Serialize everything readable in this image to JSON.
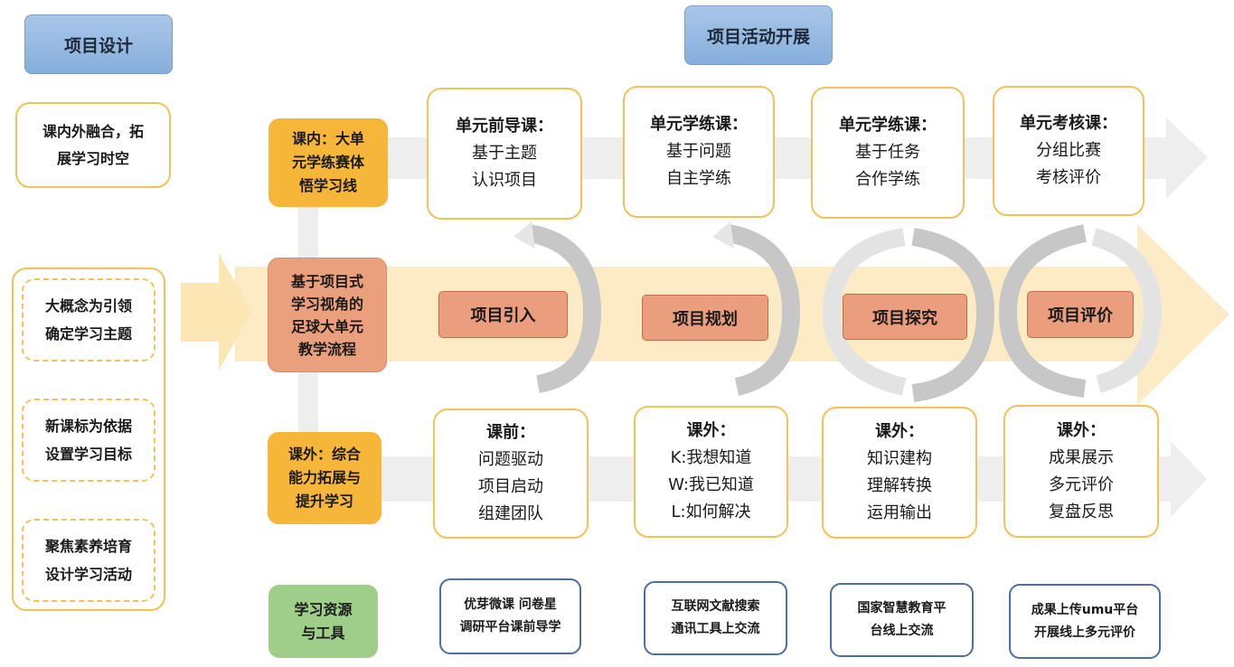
{
  "design_header": "项目设计",
  "activity_header": "项目活动开展",
  "design_note": [
    "课内外融合，拓",
    "展学习时空"
  ],
  "design_items": [
    [
      "大概念为引领",
      "确定学习主题"
    ],
    [
      "新课标为依据",
      "设置学习目标"
    ],
    [
      "聚焦素养培育",
      "设计学习活动"
    ]
  ],
  "rows": {
    "inclass": {
      "label": [
        "课内：大单",
        "元学练赛体",
        "悟学习线"
      ]
    },
    "flow": {
      "label": [
        "基于项目式",
        "学习视角的",
        "足球大单元",
        "教学流程"
      ]
    },
    "outclass": {
      "label": [
        "课外：综合",
        "能力拓展与",
        "提升学习"
      ]
    },
    "resources": {
      "label": [
        "学习资源",
        "与工具"
      ]
    }
  },
  "inclass_cards": [
    {
      "title": "单元前导课：",
      "lines": [
        "基于主题",
        "认识项目"
      ]
    },
    {
      "title": "单元学练课：",
      "lines": [
        "基于问题",
        "自主学练"
      ]
    },
    {
      "title": "单元学练课：",
      "lines": [
        "基于任务",
        "合作学练"
      ]
    },
    {
      "title": "单元考核课：",
      "lines": [
        "分组比赛",
        "考核评价"
      ]
    }
  ],
  "stages": [
    "项目引入",
    "项目规划",
    "项目探究",
    "项目评价"
  ],
  "outclass_cards": [
    {
      "title": "课前：",
      "lines": [
        "问题驱动",
        "项目启动",
        "组建团队"
      ]
    },
    {
      "title": "课外：",
      "lines": [
        "K:我想知道",
        "W:我已知道",
        "L:如何解决"
      ]
    },
    {
      "title": "课外：",
      "lines": [
        "知识建构",
        "理解转换",
        "运用输出"
      ]
    },
    {
      "title": "课外：",
      "lines": [
        "成果展示",
        "多元评价",
        "复盘反思"
      ]
    }
  ],
  "resource_cards": [
    [
      "优芽微课 问卷星",
      "调研平台课前导学"
    ],
    [
      "互联网文献搜索",
      "通讯工具上交流"
    ],
    [
      "国家智慧教育平",
      "台线上交流"
    ],
    [
      "成果上传umu平台",
      "开展线上多元评价"
    ]
  ],
  "colors": {
    "gold": "#f5b63a",
    "salmon": "#eaa07c",
    "green": "#9fce8a",
    "blue": "#86aedb",
    "border_orange": "#f3c257",
    "border_blue": "#4d6e9e"
  }
}
